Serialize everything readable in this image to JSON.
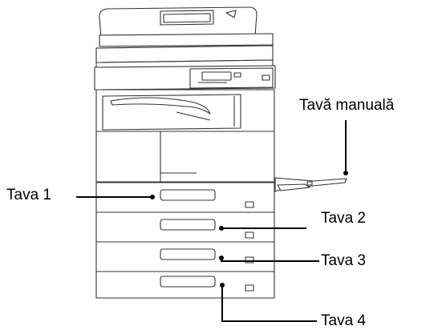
{
  "labels": {
    "manual_tray": "Tavă manuală",
    "tray_1": "Tava 1",
    "tray_2": "Tava 2",
    "tray_3": "Tava 3",
    "tray_4": "Tava 4"
  },
  "colors": {
    "outline": "#333333",
    "callout": "#000000",
    "background": "#ffffff"
  }
}
